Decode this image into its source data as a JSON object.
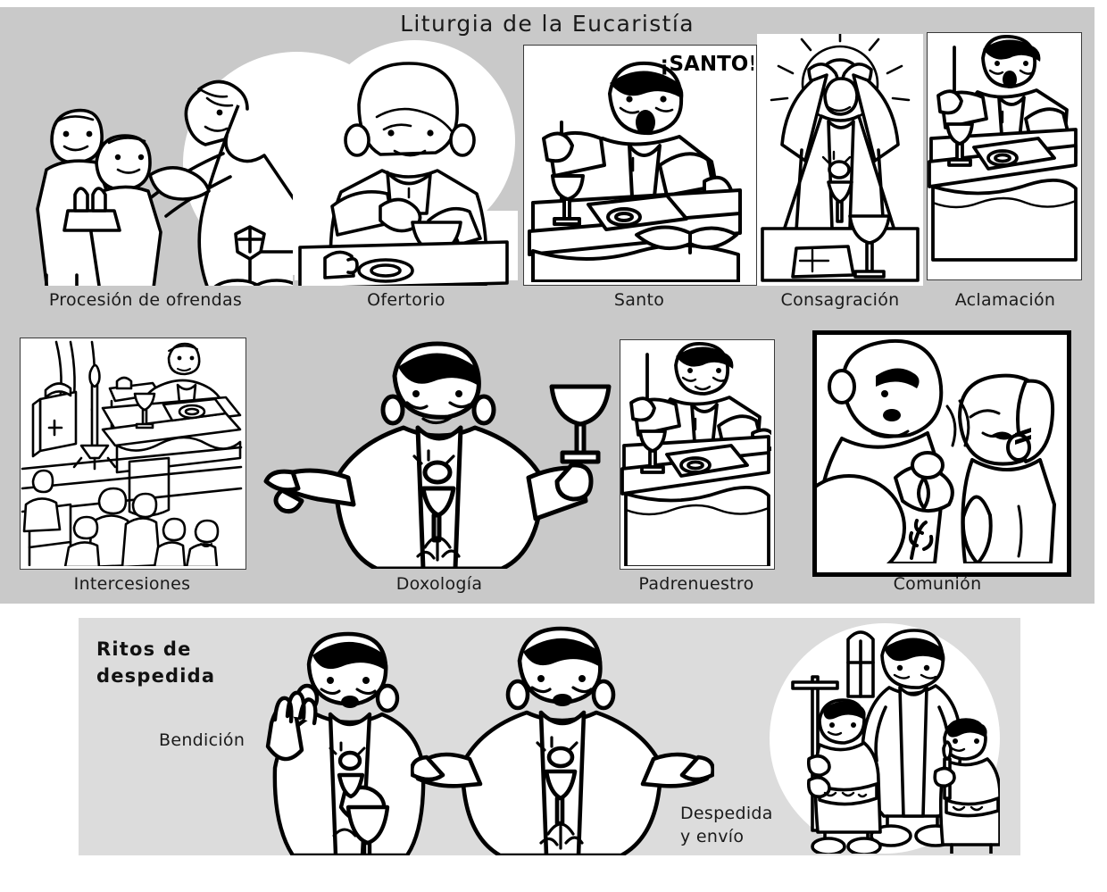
{
  "poster": {
    "title": "Liturgia de la Eucaristía",
    "background_top": "#c9c9c9",
    "background_bottom": "#dcdcdc",
    "ink_color": "#000000"
  },
  "row1": [
    {
      "caption": "Procesión de ofrendas",
      "scene": "faithful-presenting-gifts-to-priest",
      "frame": "oval-white"
    },
    {
      "caption": "Ofertorio",
      "scene": "priest-with-chalice-and-paten-at-altar",
      "frame": "oval-white-with-box"
    },
    {
      "caption": "Santo",
      "scene": "priest-with-arms-open-singing",
      "frame": "thin-border-box",
      "speech": "¡SANTO!"
    },
    {
      "caption": "Consagración",
      "scene": "priest-elevating-host-with-halo",
      "frame": "white-box"
    },
    {
      "caption": "Aclamación",
      "scene": "priest-at-altar-with-chalice-and-host",
      "frame": "thin-border-box"
    }
  ],
  "row2": [
    {
      "caption": "Intercesiones",
      "scene": "church-interior-congregation-praying",
      "frame": "thin-border-box"
    },
    {
      "caption": "Doxología",
      "scene": "priest-raising-chalice-and-host",
      "frame": "none"
    },
    {
      "caption": "Padrenuestro",
      "scene": "priest-arms-extended-at-altar",
      "frame": "thin-border-box"
    },
    {
      "caption": "Comunión",
      "scene": "priest-giving-communion-to-girl",
      "frame": "thick-border-box"
    }
  ],
  "bottom": {
    "section_title_line1": "Ritos de",
    "section_title_line2": "despedida",
    "items": [
      {
        "caption": "Bendición",
        "scene": "priest-blessing-with-raised-hand",
        "frame": "none"
      },
      {
        "caption": "",
        "scene": "priest-arms-extended-dismissal",
        "frame": "none"
      },
      {
        "caption_line1": "Despedida",
        "caption_line2": "y envío",
        "scene": "recessional-procession-with-cross-and-candle",
        "frame": "oval-white"
      }
    ]
  }
}
